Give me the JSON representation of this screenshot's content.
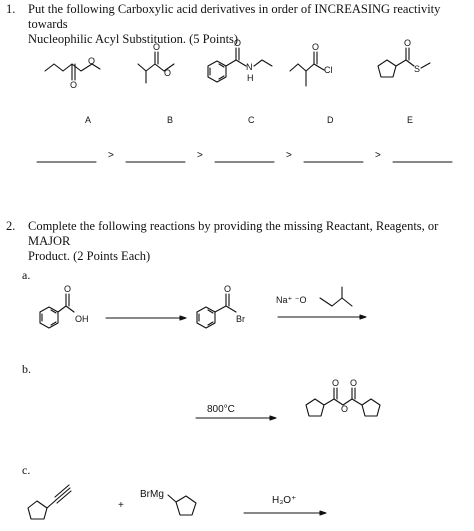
{
  "question1": {
    "number": "1.",
    "line1": "Put the following Carboxylic acid derivatives in order of INCREASING reactivity towards",
    "line2": "Nucleophilic Acyl Substitution. (5 Points)",
    "compound_labels": [
      "A",
      "B",
      "C",
      "D",
      "E"
    ],
    "comparator": ">"
  },
  "question2": {
    "number": "2.",
    "line1": "Complete the following reactions by providing the missing Reactant, Reagents, or MAJOR",
    "line2": "Product. (2 Points Each)",
    "parts": {
      "a": {
        "label": "a.",
        "reagent": "Na⁺ ⁻O"
      },
      "b": {
        "label": "b.",
        "condition": "800°C"
      },
      "c": {
        "label": "c.",
        "reagent": "BrMg",
        "plus": "+",
        "condition": "H₃O⁺"
      }
    }
  },
  "atoms": {
    "O": "O",
    "OH": "OH",
    "Br": "Br",
    "Cl": "Cl",
    "N": "N",
    "H": "H",
    "S": "S"
  }
}
